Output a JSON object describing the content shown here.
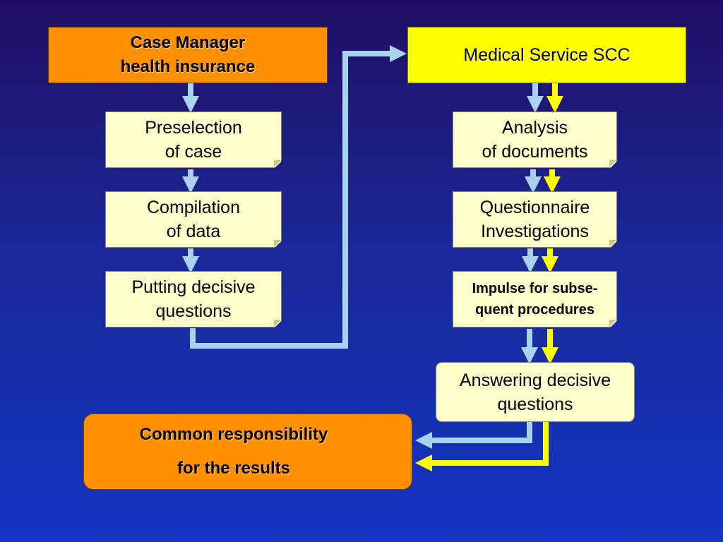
{
  "case_manager": {
    "line1": "Case Manager",
    "line2": "health insurance"
  },
  "medical_service": {
    "label": "Medical Service SCC"
  },
  "left_steps": [
    {
      "line1": "Preselection",
      "line2": "of case"
    },
    {
      "line1": "Compilation",
      "line2": "of data"
    },
    {
      "line1": "Putting decisive",
      "line2": "questions"
    }
  ],
  "right_steps": [
    {
      "line1": "Analysis",
      "line2": "of documents"
    },
    {
      "line1": "Questionnaire",
      "line2": "Investigations"
    },
    {
      "line1": "Impulse for subse-",
      "line2": "quent procedures"
    }
  ],
  "answering": {
    "line1": "Answering decisive",
    "line2": "questions"
  },
  "common": {
    "line1": "Common responsibility",
    "line2": "for the results"
  },
  "colors": {
    "background": "#1a2796",
    "orange": "#ff9100",
    "yellow": "#ffff00",
    "note": "#ffffcc",
    "arrow_blue": "#a8d2ee",
    "arrow_yellow": "#ffff00"
  }
}
